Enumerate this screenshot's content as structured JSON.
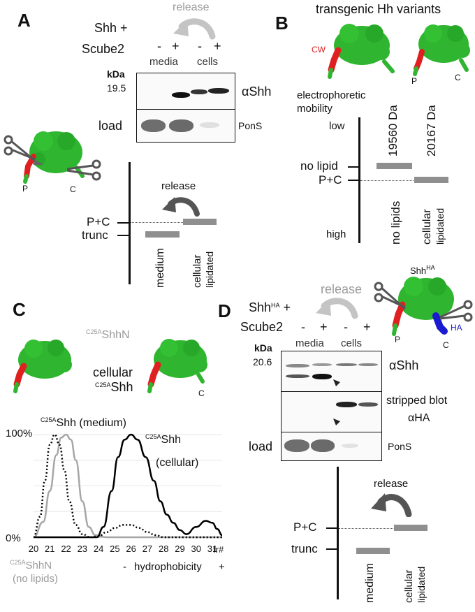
{
  "panel_a": {
    "letter": "A",
    "release_label": "release",
    "shh_plus": "Shh +",
    "scube2": "Scube2",
    "lanes": [
      "-",
      "+",
      "-",
      "+"
    ],
    "media": "media",
    "cells": "cells",
    "kda": "kDa",
    "marker": "19.5",
    "antibody": "αShh",
    "load": "load",
    "pons": "PonS",
    "protein_p": "P",
    "protein_c": "C",
    "scheme": {
      "release": "release",
      "pc": "P+C",
      "trunc": "trunc",
      "medium": "medium",
      "cellular": "cellular",
      "lipidated": "lipidated"
    }
  },
  "panel_b": {
    "letter": "B",
    "title": "transgenic Hh variants",
    "cw": "CW",
    "protein_p": "P",
    "protein_c": "C",
    "mobility1": "electrophoretic",
    "mobility2": "mobility",
    "low": "low",
    "high": "high",
    "no_lipid": "no lipid",
    "pc": "P+C",
    "da1": "19560 Da",
    "da2": "20167 Da",
    "no_lipids": "no lipids",
    "cellular": "cellular",
    "lipidated": "lipidated"
  },
  "panel_c": {
    "letter": "C",
    "shhn_sup": "C25A",
    "shhn": "ShhN",
    "cellular": "cellular",
    "shh_sup": "C25A",
    "shh": "Shh",
    "protein_c": "C",
    "curve_medium_sup": "C25A",
    "curve_medium": "Shh (medium)",
    "curve_cell_sup": "C25A",
    "curve_cell1": "Shh",
    "curve_cell2": "(cellular)",
    "y_top": "100%",
    "y_bottom": "0%",
    "fr_label": "fr#",
    "bottom_sup": "C25A",
    "bottom_shhn": "ShhN",
    "no_lipids": "(no lipids)",
    "minus": "-",
    "hydro": "hydrophobicity",
    "plus": "+"
  },
  "panel_d": {
    "letter": "D",
    "shh_main": "Shh",
    "shh_sup": "HA",
    "plus": " +",
    "scube2": "Scube2",
    "release_label": "release",
    "lanes": [
      "-",
      "+",
      "-",
      "+"
    ],
    "media": "media",
    "cells": "cells",
    "kda": "kDa",
    "marker": "20.6",
    "antibody": "αShh",
    "stripped1": "stripped blot",
    "stripped2": "αHA",
    "load": "load",
    "pons": "PonS",
    "protein_title": "Shh",
    "protein_title_sup": "HA",
    "ha_tag": "HA",
    "protein_p": "P",
    "protein_c": "C",
    "scheme": {
      "release": "release",
      "pc": "P+C",
      "trunc": "trunc",
      "medium": "medium",
      "cellular": "cellular",
      "lipidated": "lipidated"
    }
  },
  "colors": {
    "protein": "#2fb52f",
    "protein_dark": "#1a7a1a",
    "peptide": "#e02020",
    "ha_tag": "#1a1ad0",
    "bar": "#8f8f8f",
    "arrow_light": "#c4c4c4",
    "arrow_dark": "#555555"
  },
  "chart_data": {
    "type": "line",
    "x": [
      20,
      21,
      22,
      23,
      24,
      25,
      26,
      27,
      28,
      29,
      30,
      31
    ],
    "x_ticks": [
      "20",
      "21",
      "22",
      "23",
      "24",
      "25",
      "26",
      "27",
      "28",
      "29",
      "30",
      "31"
    ],
    "ylim": [
      0,
      100
    ],
    "series": [
      {
        "name": "C25A Shh (medium)",
        "style": "gray-solid",
        "color": "#a6a6a6",
        "x": [
          20,
          20.6,
          21,
          21.4,
          21.7,
          22,
          22.3,
          22.6,
          23,
          23.4,
          23.8,
          24.5,
          31.6
        ],
        "values": [
          0,
          15,
          45,
          80,
          97,
          100,
          95,
          75,
          35,
          10,
          2,
          0,
          0
        ]
      },
      {
        "name": "cellular C25A Shh",
        "style": "black-solid",
        "color": "#000000",
        "x": [
          20,
          23.9,
          24.3,
          24.8,
          25.2,
          25.6,
          26,
          26.4,
          26.9,
          27.4,
          27.8,
          28.2,
          28.6,
          29.0,
          29.4,
          30,
          30.6,
          31,
          31.3,
          31.6
        ],
        "values": [
          0,
          0,
          10,
          45,
          78,
          95,
          100,
          95,
          78,
          55,
          35,
          22,
          14,
          7,
          3,
          10,
          16,
          14,
          8,
          2
        ]
      },
      {
        "name": "C25A ShhN (no lipids)",
        "style": "black-dotted",
        "color": "#000000",
        "x": [
          20,
          20.4,
          20.7,
          21,
          21.3,
          21.6,
          21.9,
          22.2,
          22.6,
          23,
          23.5,
          24,
          24.5,
          25,
          25.5,
          26,
          26.5,
          27,
          27.5,
          28,
          31.6
        ],
        "values": [
          0,
          20,
          55,
          90,
          100,
          90,
          65,
          35,
          12,
          3,
          0,
          1,
          5,
          9,
          12,
          12,
          9,
          5,
          2,
          0,
          0
        ]
      }
    ]
  }
}
